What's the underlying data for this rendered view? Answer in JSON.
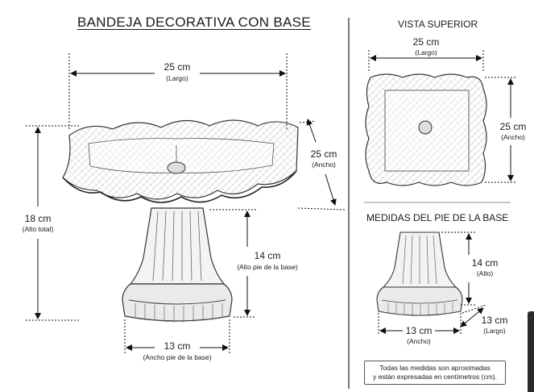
{
  "title": "BANDEJA DECORATIVA CON BASE",
  "main": {
    "largo": {
      "value": "25 cm",
      "label": "(Largo)"
    },
    "ancho": {
      "value": "25 cm",
      "label": "(Ancho)"
    },
    "alto_total": {
      "value": "18 cm",
      "label": "(Alto total)"
    },
    "alto_pie": {
      "value": "14 cm",
      "label": "(Alto pie de la base)"
    },
    "ancho_pie": {
      "value": "13 cm",
      "label": "(Ancho pie de la base)"
    }
  },
  "top_view": {
    "title": "VISTA SUPERIOR",
    "largo": {
      "value": "25 cm",
      "label": "(Largo)"
    },
    "ancho": {
      "value": "25 cm",
      "label": "(Ancho)"
    }
  },
  "base_view": {
    "title": "MEDIDAS DEL PIE DE LA BASE",
    "alto": {
      "value": "14 cm",
      "label": "(Alto)"
    },
    "ancho": {
      "value": "13 cm",
      "label": "(Ancho)"
    },
    "largo": {
      "value": "13 cm",
      "label": "(Largo)"
    }
  },
  "note": {
    "line1": "Todas las medidas son aproximadas",
    "line2": "y están expresadas en centímetros (cm)."
  }
}
